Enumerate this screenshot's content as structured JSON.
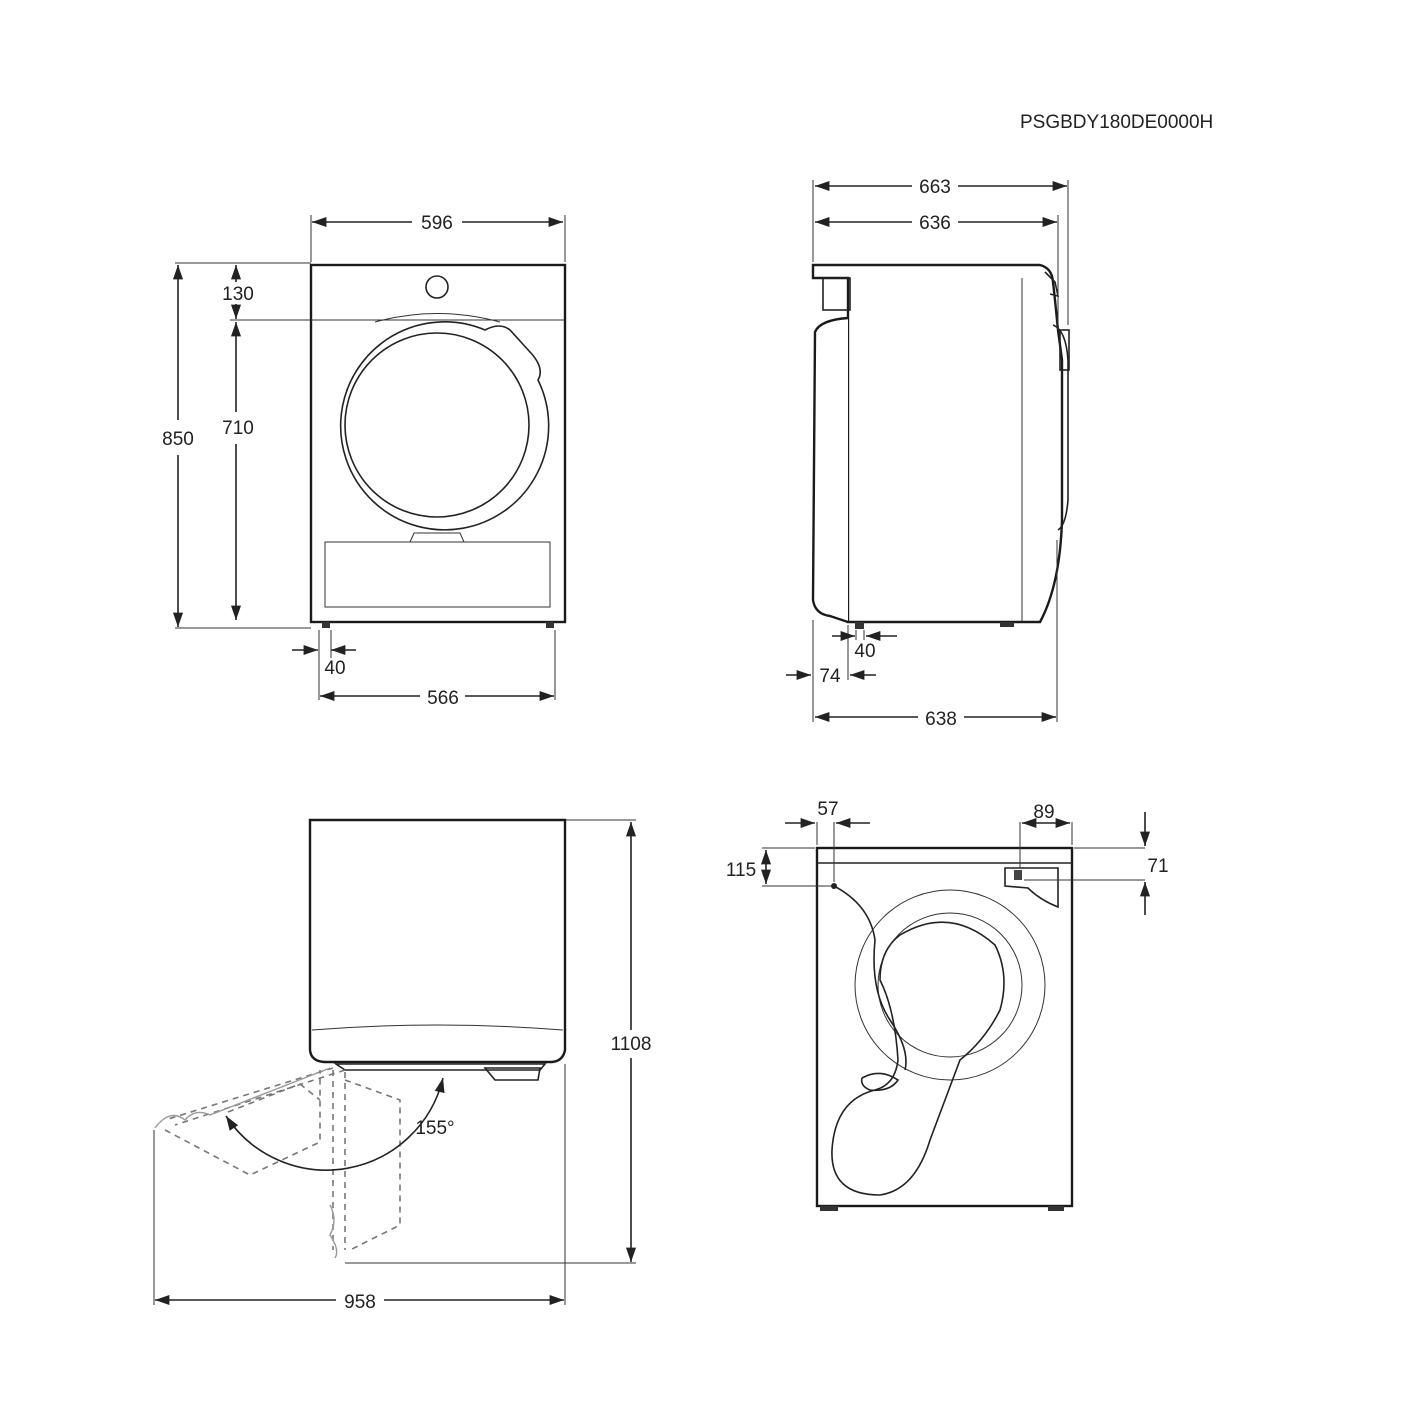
{
  "model_code": "PSGBDY180DE0000H",
  "front_view": {
    "width_596": "596",
    "height_850": "850",
    "top_130": "130",
    "door_710": "710",
    "foot_40": "40",
    "feet_566": "566"
  },
  "side_view": {
    "depth_663": "663",
    "depth_636": "636",
    "foot_40": "40",
    "offset_74": "74",
    "depth_638": "638"
  },
  "top_view": {
    "height_1108": "1108",
    "angle_155": "155°",
    "width_958": "958"
  },
  "rear_view": {
    "offset_57": "57",
    "offset_89": "89",
    "offset_115": "115",
    "offset_71": "71"
  }
}
